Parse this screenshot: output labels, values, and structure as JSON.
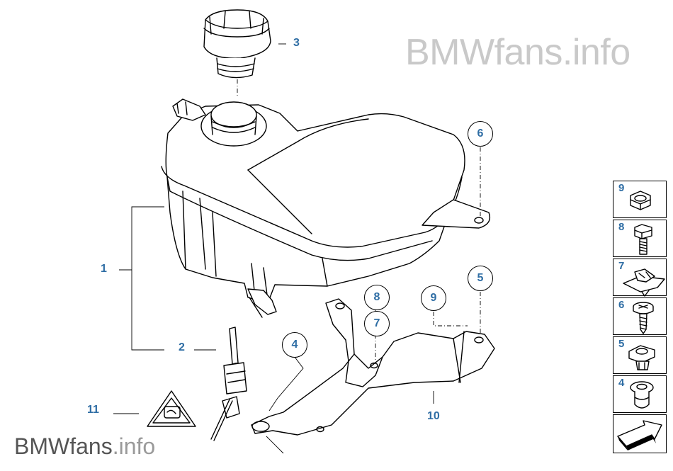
{
  "watermark": {
    "top_brand": "BMWfans",
    "top_suffix": ".info",
    "bottom_brand": "BMWfans",
    "bottom_suffix": ".info"
  },
  "callouts": {
    "c1": "1",
    "c2": "2",
    "c3": "3",
    "c4": "4",
    "c5": "5",
    "c6": "6",
    "c7": "7",
    "c8": "8",
    "c9": "9",
    "c10": "10",
    "c11": "11"
  },
  "parts_sidebar": {
    "items": [
      {
        "number": "9",
        "icon": "hex-nut-icon"
      },
      {
        "number": "8",
        "icon": "hex-bolt-icon"
      },
      {
        "number": "7",
        "icon": "spring-nut-icon"
      },
      {
        "number": "6",
        "icon": "screw-icon"
      },
      {
        "number": "5",
        "icon": "expanding-nut-icon"
      },
      {
        "number": "4",
        "icon": "rubber-grommet-icon"
      },
      {
        "number": "",
        "icon": "arrow-icon"
      }
    ]
  }
}
